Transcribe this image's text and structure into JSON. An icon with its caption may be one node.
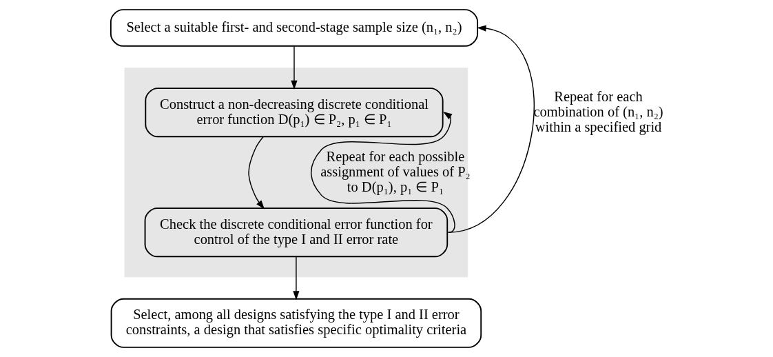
{
  "diagram": {
    "nodes": [
      {
        "text": [
          "Select a suitable first- and second-stage sample size (n₁, n₂)"
        ]
      },
      {
        "text": [],
        "shape": "box"
      },
      {
        "text": [
          "Construct a non-decreasing discrete conditional error function D(p₁) ∈ P₂, p₁ ∈ P₁"
        ],
        "in": 1
      },
      {
        "text": [
          "Check the discrete conditional error function for control of the type I and II error rate"
        ],
        "in": 1
      },
      {
        "text": [
          "Select, among all designs satisfying the type I and II error constraints, a design that satisfies specific optimality criteria"
        ]
      }
    ],
    "edges": [
      {
        "from": 0,
        "to": 2,
        "arrow": "to"
      },
      {
        "from": 2,
        "to": 3,
        "arrow": "to"
      },
      {
        "from": 3,
        "to": 2,
        "arrow": "to",
        "label": "Repeat for each possible assignment of values of P₂ to D(p₁), p₁ ∈ P₁"
      },
      {
        "from": 3,
        "to": 4,
        "arrow": "to"
      },
      {
        "from": 3,
        "to": 0,
        "arrow": "to",
        "label": "Repeat for each combination of (n₁, n₂) within a specified grid"
      }
    ]
  }
}
